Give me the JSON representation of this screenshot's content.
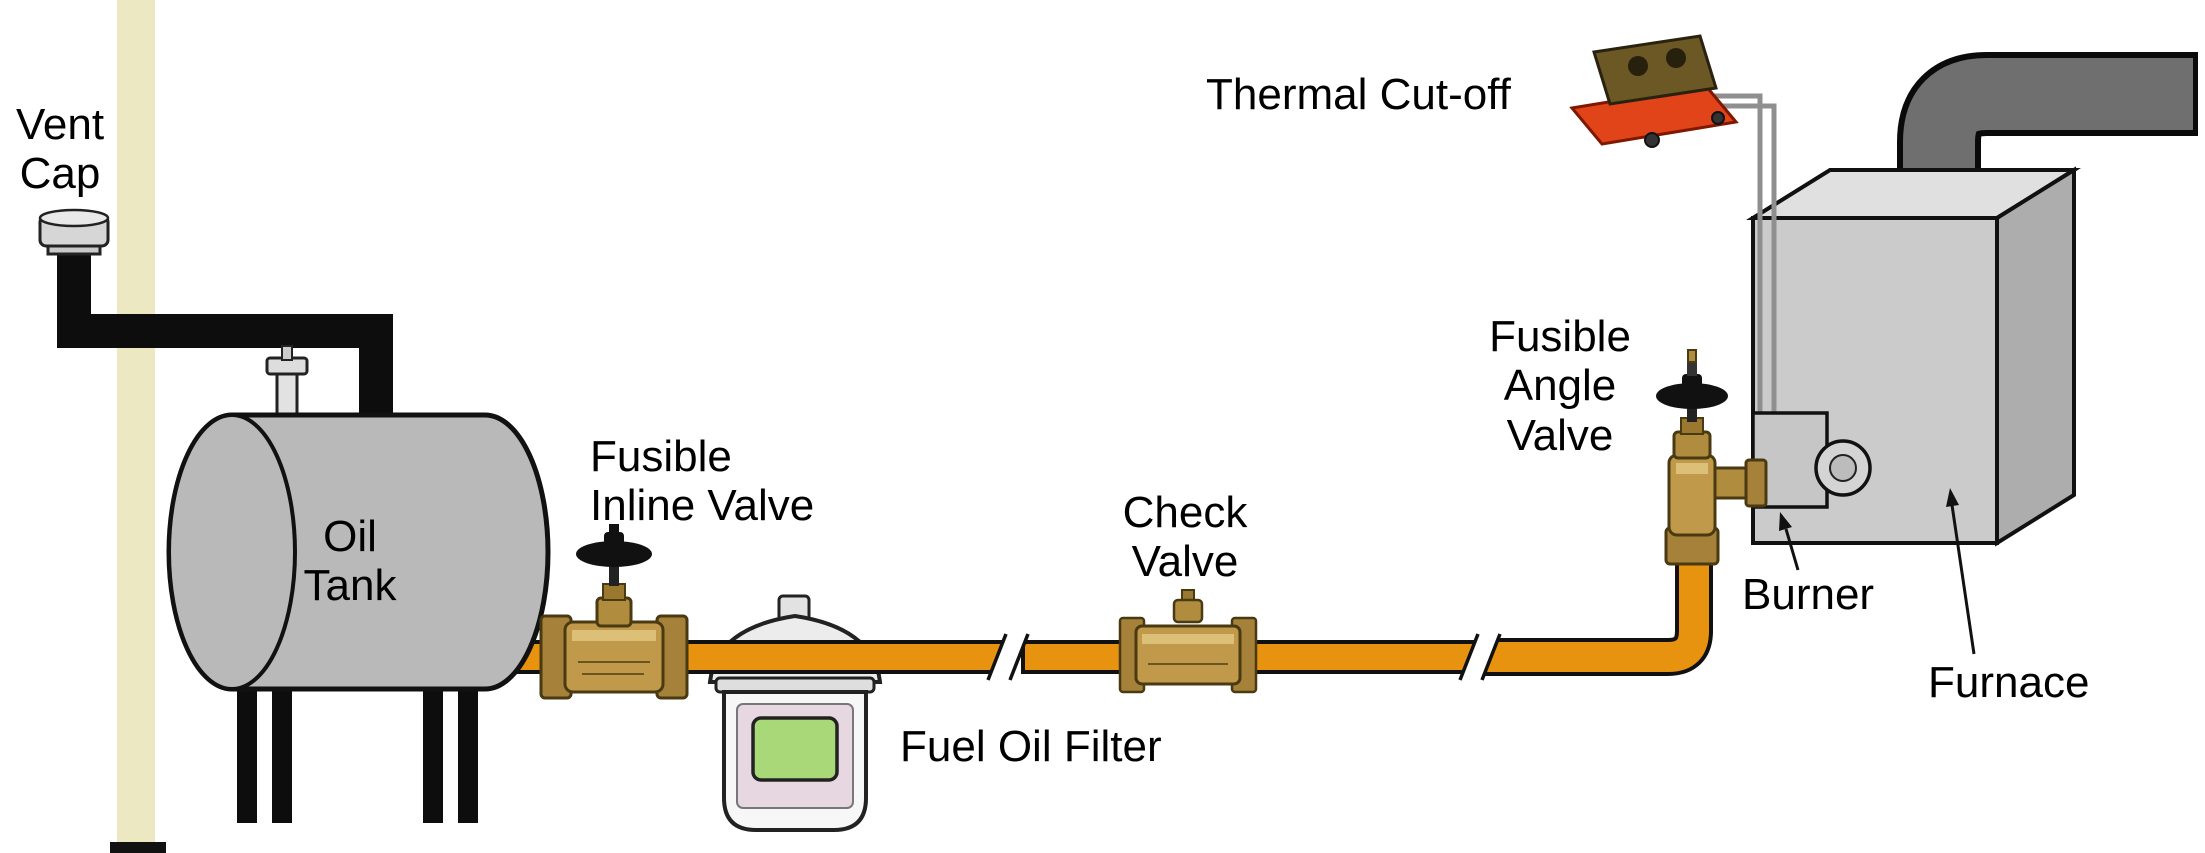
{
  "labels": {
    "vent_cap": "Vent\nCap",
    "oil_tank": "Oil\nTank",
    "fusible_inline_valve": "Fusible\nInline Valve",
    "fuel_oil_filter": "Fuel Oil Filter",
    "check_valve": "Check\nValve",
    "fusible_angle_valve": "Fusible\nAngle\nValve",
    "thermal_cutoff": "Thermal Cut-off",
    "burner": "Burner",
    "furnace": "Furnace"
  },
  "colors": {
    "background": "#ffffff",
    "wall_stripe": "#ece8c2",
    "pipe_black": "#0d0d0d",
    "tank_gray": "#b9b9b9",
    "fuel_line_orange": "#e8930f",
    "brass": "#c09a4a",
    "brass_dark": "#a5813a",
    "filter_body_white": "#f7f7f7",
    "filter_label_pink": "#e7d7e1",
    "filter_window_green": "#a9d878",
    "thermal_cutoff_red": "#e2441a",
    "thermal_cutoff_box_bronze": "#6b5824",
    "flue_gray": "#6f6f6f",
    "furnace_front_gray": "#cbcbcb",
    "furnace_top_gray": "#e0e0e0",
    "furnace_side_gray": "#adadad",
    "vent_cap_silver": "#d6d6d6"
  }
}
